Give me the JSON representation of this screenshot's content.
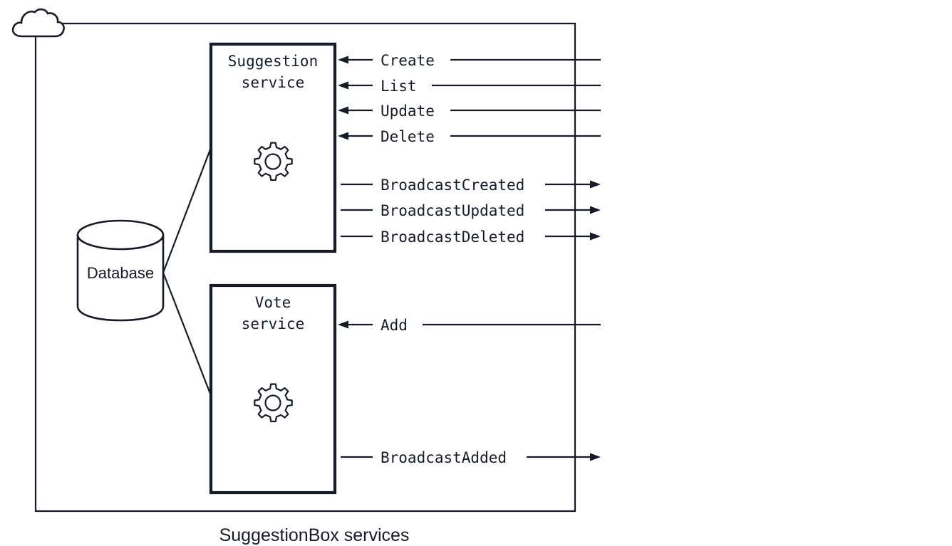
{
  "diagram": {
    "caption": "SuggestionBox services",
    "colors": {
      "ink": "#151b28",
      "background": "#ffffff"
    },
    "boundary": {
      "name": "SuggestionBox services boundary",
      "cloud_icon": "cloud-icon"
    },
    "datastore": {
      "label": "Database",
      "icon": "database-cylinder-icon"
    },
    "services": [
      {
        "id": "suggestion-service",
        "title_line1": "Suggestion",
        "title_line2": "service",
        "icon": "gear-icon",
        "inbound": [
          {
            "label": "Create"
          },
          {
            "label": "List"
          },
          {
            "label": "Update"
          },
          {
            "label": "Delete"
          }
        ],
        "outbound": [
          {
            "label": "BroadcastCreated"
          },
          {
            "label": "BroadcastUpdated"
          },
          {
            "label": "BroadcastDeleted"
          }
        ]
      },
      {
        "id": "vote-service",
        "title_line1": "Vote",
        "title_line2": "service",
        "icon": "gear-icon",
        "inbound": [
          {
            "label": "Add"
          }
        ],
        "outbound": [
          {
            "label": "BroadcastAdded"
          }
        ]
      }
    ]
  }
}
